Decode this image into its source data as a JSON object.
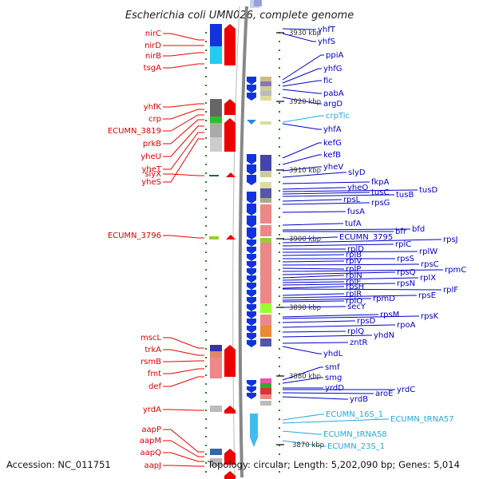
{
  "title": "Escherichia coli UMN026, complete genome",
  "footer": {
    "accession": "Accession: NC_011751",
    "topology": "Topology: circular; Length: 5,202,090 bp; Genes: 5,014"
  },
  "colors": {
    "left_label": "#dd0000",
    "right_label": "#0000cc",
    "rna_label": "#22aadd",
    "backbone": "#888888",
    "tick": "#228822"
  },
  "kbp_marks": [
    "3930 kbp",
    "3920 kbp",
    "3910 kbp",
    "3900 kbp",
    "3890 kbp",
    "3880 kbp",
    "3870 kbp"
  ],
  "left_genes": [
    "nirC",
    "nirD",
    "nirB",
    "tsgA",
    "yhfK",
    "crp",
    "ECUMN_3819",
    "prkB",
    "yheU",
    "yheT",
    "yheS",
    "slyX",
    "ECUMN_3796",
    "mscL",
    "trkA",
    "rsmB",
    "fmt",
    "def",
    "yrdA",
    "aapP",
    "aapM",
    "aapQ",
    "aapJ"
  ],
  "right_genes": [
    "yhfT",
    "yhfS",
    "ppiA",
    "yhfG",
    "fic",
    "pabA",
    "argD",
    "crpTic",
    "yhfA",
    "kefG",
    "kefB",
    "yheV",
    "slyD",
    "fkpA",
    "yheO",
    "tusD",
    "tusC",
    "tusB",
    "rpsL",
    "rpsG",
    "fusA",
    "tufA",
    "bfr",
    "bfd",
    "ECUMN_3795",
    "rpsJ",
    "rplC",
    "rplD",
    "rplW",
    "rplB",
    "rpsS",
    "rplV",
    "rpsC",
    "rplP",
    "rpmC",
    "rpsQ",
    "rplN",
    "rplX",
    "rplE",
    "rpsN",
    "rplF",
    "rpsH",
    "rplR",
    "rpsE",
    "rplO",
    "rpmD",
    "secY",
    "rpsM",
    "rpsK",
    "rpsD",
    "rpoA",
    "rplQ",
    "yhdN",
    "zntR",
    "yhdL",
    "smf",
    "smg",
    "yrdD",
    "yrdC",
    "aroE",
    "yrdB",
    "ECUMN_16S_1",
    "ECUMN_tRNA57",
    "ECUMN_tRNA58",
    "ECUMN_23S_1"
  ],
  "rna_genes": [
    "crpTic",
    "ECUMN_16S_1",
    "ECUMN_tRNA57",
    "ECUMN_tRNA58",
    "ECUMN_23S_1"
  ]
}
